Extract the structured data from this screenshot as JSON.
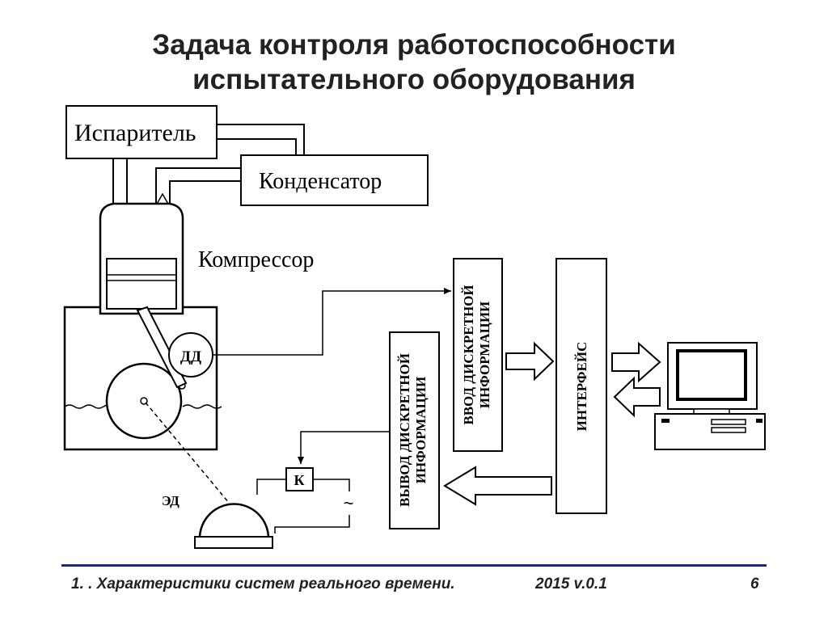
{
  "title": {
    "line1": "Задача контроля работоспособности",
    "line2": "испытательного оборудования"
  },
  "diagram": {
    "evaporator": "Испаритель",
    "condenser": "Конденсатор",
    "compressor": "Компрессор",
    "pressure_sensor": "ДД",
    "motor": "ЭД",
    "switch": "К",
    "ac_symbol": "~",
    "discrete_input": [
      "ВВОД ДИСКРЕТНОЙ",
      "ИНФОРМАЦИИ"
    ],
    "discrete_output": [
      "ВЫВОД ДИСКРЕТНОЙ",
      "ИНФОРМАЦИИ"
    ],
    "interface": "ИНТЕРФЕЙС"
  },
  "footer": {
    "section": "1. . Характеристики систем реального времени.",
    "version": "2015 v.0.1",
    "page": "6"
  }
}
